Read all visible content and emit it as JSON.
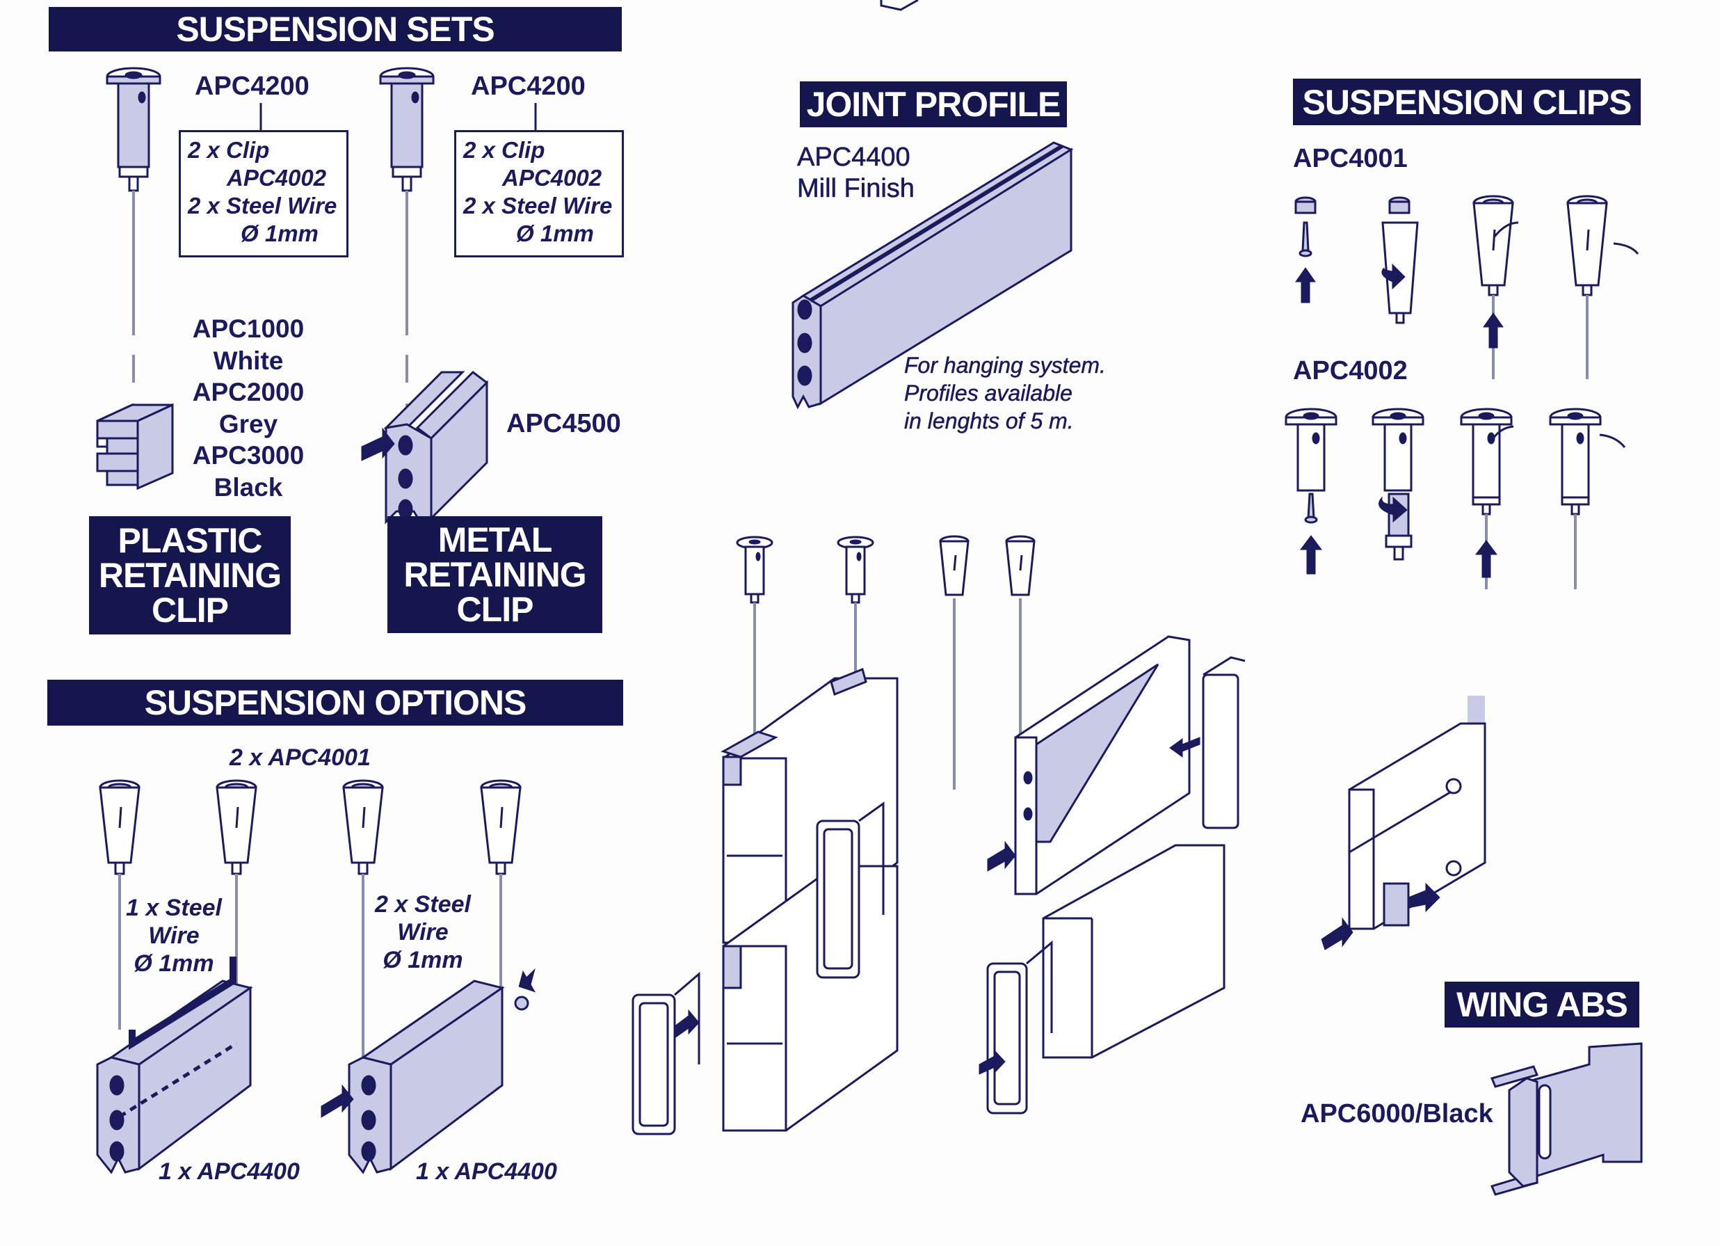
{
  "colors": {
    "header_bg": "#16164e",
    "ink": "#1b1a5c",
    "shade": "#c9cbe6",
    "paper": "#fdfdfd"
  },
  "suspension_sets": {
    "title": "SUSPENSION SETS",
    "kits": [
      {
        "code": "APC4200",
        "contents": [
          "2 x Clip",
          "APC4002",
          "2 x Steel Wire",
          "Ø 1mm"
        ]
      },
      {
        "code": "APC4200",
        "contents": [
          "2 x Clip",
          "APC4002",
          "2 x Steel Wire",
          "Ø 1mm"
        ]
      }
    ],
    "plastic_clip": {
      "variants": [
        "APC1000",
        "White",
        "APC2000",
        "Grey",
        "APC3000",
        "Black"
      ],
      "title_lines": [
        "PLASTIC",
        "RETAINING",
        "CLIP"
      ]
    },
    "metal_clip": {
      "code": "APC4500",
      "title_lines": [
        "METAL",
        "RETAINING",
        "CLIP"
      ]
    }
  },
  "joint_profile": {
    "title": "JOINT PROFILE",
    "code": "APC4400",
    "finish": "Mill Finish",
    "note_lines": [
      "For hanging system.",
      "Profiles available",
      "in lenghts of 5 m."
    ]
  },
  "suspension_clips": {
    "title": "SUSPENSION CLIPS",
    "groups": [
      {
        "code": "APC4001",
        "steps": 4
      },
      {
        "code": "APC4002",
        "steps": 4
      }
    ]
  },
  "suspension_options": {
    "title": "SUSPENSION OPTIONS",
    "clips_label": "2 x APC4001",
    "options": [
      {
        "wire_lines": [
          "1 x Steel",
          "Wire",
          "Ø 1mm"
        ],
        "profile_label": "1 x  APC4400"
      },
      {
        "wire_lines": [
          "2 x Steel",
          "Wire",
          "Ø 1mm"
        ],
        "profile_label": "1 x  APC4400"
      }
    ]
  },
  "wing_abs": {
    "title": "WING ABS",
    "code": "APC6000/Black"
  }
}
